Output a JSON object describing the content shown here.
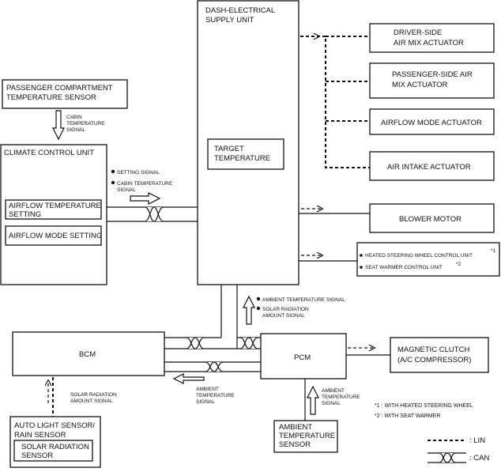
{
  "boxes": {
    "dash_unit": [
      "DASH-ELECTRICAL",
      "SUPPLY UNIT"
    ],
    "target_temp": [
      "TARGET",
      "TEMPERATURE"
    ],
    "pcts": [
      "PASSENGER COMPARTMENT",
      "TEMPERATURE SENSOR"
    ],
    "ccu": "CLIMATE CONTROL UNIT",
    "airflow_temp_setting": [
      "AIRFLOW TEMPERATURE",
      "SETTING"
    ],
    "airflow_mode_setting": "AIRFLOW MODE SETTING",
    "driver_air_mix": [
      "DRIVER-SIDE",
      "AIR MIX ACTUATOR"
    ],
    "passenger_air_mix": [
      "PASSENGER-SIDE AIR",
      "MIX ACTUATOR"
    ],
    "airflow_mode_actuator": "AIRFLOW MODE ACTUATOR",
    "air_intake_actuator": "AIR INTAKE ACTUATOR",
    "blower_motor": "BLOWER MOTOR",
    "heated_steering": "HEATED STEERING WHEEL CONTROL UNIT",
    "seat_warmer": "SEAT WARMER CONTROL UNIT",
    "bcm": "BCM",
    "pcm": "PCM",
    "magnetic_clutch": [
      "MAGNETIC CLUTCH",
      "(A/C COMPRESSOR)"
    ],
    "auto_light": [
      "AUTO LIGHT SENSOR/",
      "RAIN SENSOR"
    ],
    "solar_sensor": [
      "SOLAR RADIATION",
      "SENSOR"
    ],
    "ambient_sensor": [
      "AMBIENT",
      "TEMPERATURE",
      "SENSOR"
    ]
  },
  "signals": {
    "cabin_temp": [
      "CABIN",
      "TEMPERATURE",
      "SIGNAL"
    ],
    "setting_signal": "SETTING SIGNAL",
    "cabin_temp_can": [
      "CABIN TEMPERATURE",
      "SIGNAL"
    ],
    "ambient_temp_signal": "AMBIENT TEMPERATURE SIGNAL",
    "solar_amount": [
      "SOLAR RADIATION",
      "AMOUNT SIGNAL"
    ],
    "bcm_ambient": [
      "AMBIENT",
      "TEMPERATURE",
      "SIGNAL"
    ],
    "solar_to_bcm": [
      "SOLAR RADIATION",
      "AMOUNT SIGNAL"
    ],
    "ambient_to_pcm": [
      "AMBIENT",
      "TEMPERATURE",
      "SIGNAL"
    ]
  },
  "marks": {
    "note1_mark": "*1",
    "note2_mark": "*2"
  },
  "notes": {
    "note1": "*1 :  WITH HEATED STEERING WHEEL",
    "note2": "*2 :  WITH SEAT WARMER"
  },
  "legend": {
    "lin": ": LIN",
    "can": ": CAN"
  }
}
